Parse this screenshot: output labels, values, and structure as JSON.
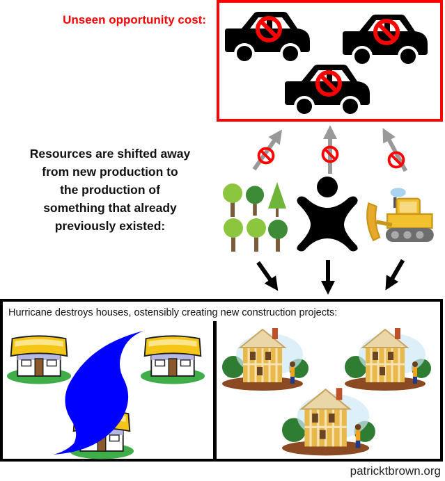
{
  "top": {
    "label": "Unseen opportunity cost:",
    "label_color": "#ff0000",
    "box_border_color": "#ff0000",
    "items": [
      {
        "icon": "car-icon",
        "overlay": "prohibited-icon"
      },
      {
        "icon": "car-icon",
        "overlay": "prohibited-icon"
      },
      {
        "icon": "car-icon",
        "overlay": "prohibited-icon"
      }
    ]
  },
  "middle": {
    "label": "Resources are shifted away from new production to the production of something that already previously existed:",
    "label_lines": [
      "Resources are shifted away",
      "from new production to",
      "the production of",
      "something that already",
      "previously existed:"
    ],
    "resources": [
      {
        "name": "natural-resources",
        "icon": "trees-icon"
      },
      {
        "name": "labor",
        "icon": "person-icon"
      },
      {
        "name": "capital",
        "icon": "bulldozer-icon"
      }
    ],
    "blocked_arrows": {
      "color": "#999999",
      "count": 3,
      "overlay": "prohibited-icon"
    },
    "down_arrows": {
      "color": "#000000",
      "count": 3
    }
  },
  "bottom": {
    "label": "Hurricane destroys houses, ostensibly creating new construction projects:",
    "left_panel": {
      "houses": 3,
      "icon": "hurricane-icon",
      "hurricane_color": "#0000ff"
    },
    "right_panel": {
      "construction_sites": 3,
      "icon": "house-construction-icon"
    }
  },
  "footer": {
    "credit": "patricktbrown.org"
  },
  "colors": {
    "prohibit_red": "#ff0000",
    "arrow_gray": "#999999",
    "black": "#000000"
  }
}
